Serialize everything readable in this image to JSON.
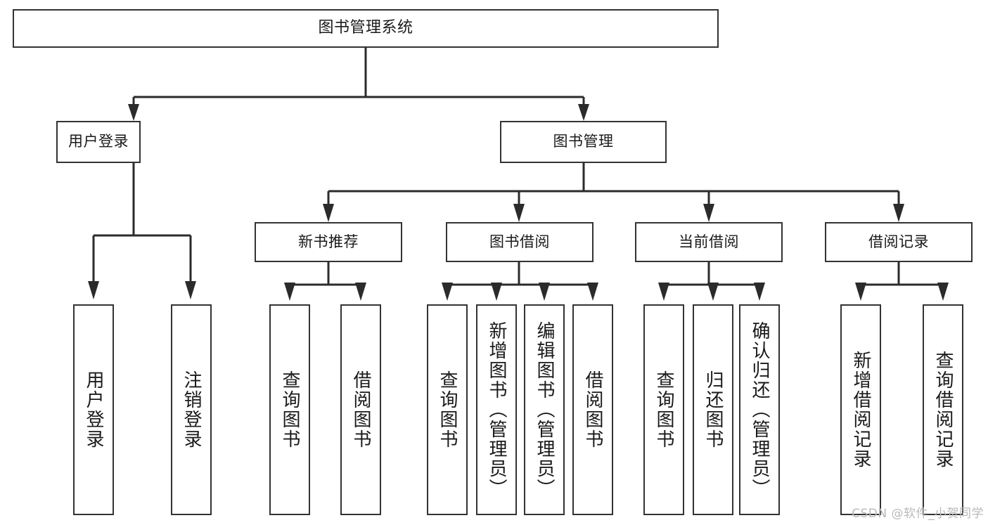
{
  "diagram": {
    "title": "图书管理系统",
    "type": "tree-hierarchy-chart",
    "root": {
      "label": "图书管理系统"
    },
    "level2": [
      {
        "label": "用户登录"
      },
      {
        "label": "图书管理"
      }
    ],
    "level3": [
      {
        "label": "新书推荐"
      },
      {
        "label": "图书借阅"
      },
      {
        "label": "当前借阅"
      },
      {
        "label": "借阅记录"
      }
    ],
    "leaves": {
      "user_login": [
        {
          "label": "用户登录"
        },
        {
          "label": "注销登录"
        }
      ],
      "new_book_recommend": [
        {
          "label": "查询图书"
        },
        {
          "label": "借阅图书"
        }
      ],
      "book_borrow": [
        {
          "label": "查询图书"
        },
        {
          "label": "新增图书（管理员）"
        },
        {
          "label": "编辑图书（管理员）"
        },
        {
          "label": "借阅图书"
        }
      ],
      "current_borrow": [
        {
          "label": "查询图书"
        },
        {
          "label": "归还图书"
        },
        {
          "label": "确认归还（管理员）"
        }
      ],
      "borrow_record": [
        {
          "label": "新增借阅记录"
        },
        {
          "label": "查询借阅记录"
        }
      ]
    },
    "watermark": "CSDN @软件_小贺同学",
    "colors": {
      "box_border": "#333333",
      "box_fill": "#ffffff",
      "connector": "#2b2b2b",
      "text": "#1a1a1a",
      "watermark": "#b9b9b9",
      "background": "#ffffff"
    }
  }
}
